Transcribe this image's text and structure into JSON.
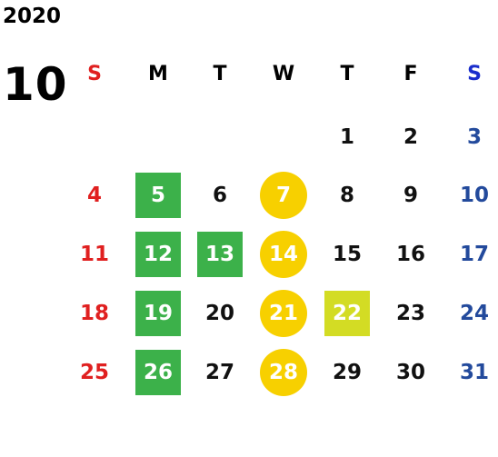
{
  "calendar": {
    "year": "2020",
    "month": "10",
    "weekdays": [
      "S",
      "M",
      "T",
      "W",
      "T",
      "F",
      "S"
    ],
    "weeks": [
      [
        null,
        null,
        null,
        null,
        {
          "d": "1"
        },
        {
          "d": "2"
        },
        {
          "d": "3"
        }
      ],
      [
        {
          "d": "4"
        },
        {
          "d": "5",
          "mark": "green"
        },
        {
          "d": "6"
        },
        {
          "d": "7",
          "mark": "yellow"
        },
        {
          "d": "8"
        },
        {
          "d": "9"
        },
        {
          "d": "10"
        }
      ],
      [
        {
          "d": "11"
        },
        {
          "d": "12",
          "mark": "green"
        },
        {
          "d": "13",
          "mark": "green"
        },
        {
          "d": "14",
          "mark": "yellow"
        },
        {
          "d": "15"
        },
        {
          "d": "16"
        },
        {
          "d": "17"
        }
      ],
      [
        {
          "d": "18"
        },
        {
          "d": "19",
          "mark": "green"
        },
        {
          "d": "20"
        },
        {
          "d": "21",
          "mark": "yellow"
        },
        {
          "d": "22",
          "mark": "lime"
        },
        {
          "d": "23"
        },
        {
          "d": "24"
        }
      ],
      [
        {
          "d": "25"
        },
        {
          "d": "26",
          "mark": "green"
        },
        {
          "d": "27"
        },
        {
          "d": "28",
          "mark": "yellow"
        },
        {
          "d": "29"
        },
        {
          "d": "30"
        },
        {
          "d": "31"
        }
      ]
    ]
  },
  "colors": {
    "sunday": "#e02020",
    "saturday_header": "#1a2ecc",
    "saturday": "#234a9c",
    "green_mark": "#3cb14a",
    "yellow_mark": "#f7d000",
    "lime_mark": "#d3dc24"
  }
}
